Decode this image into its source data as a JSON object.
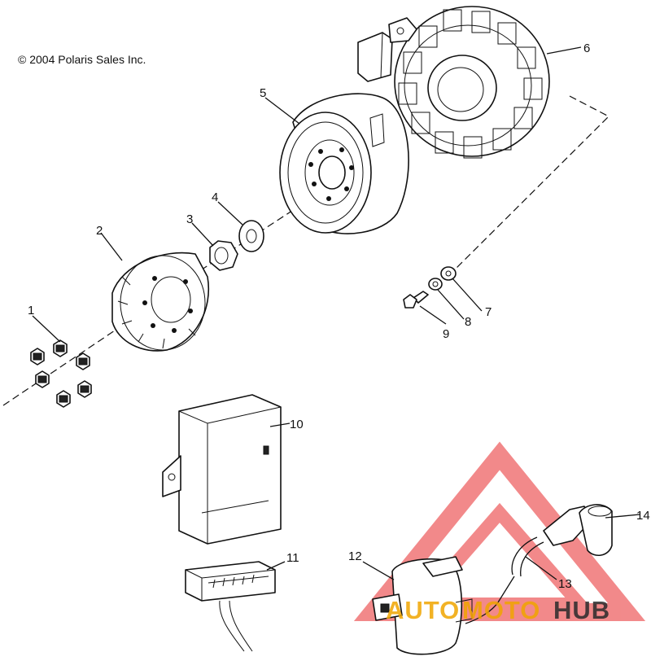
{
  "copyright": "© 2004 Polaris Sales Inc.",
  "callouts": [
    "1",
    "2",
    "3",
    "4",
    "5",
    "6",
    "7",
    "8",
    "9",
    "10",
    "11",
    "12",
    "13",
    "14"
  ],
  "watermark": {
    "auto": "AUTO",
    "moto": "MOTO",
    "hub": "HUB",
    "colors": {
      "triangle": "#e8292b",
      "auto": "#f0a500",
      "moto": "#f0a500",
      "hub": "#2b2b2b"
    }
  }
}
